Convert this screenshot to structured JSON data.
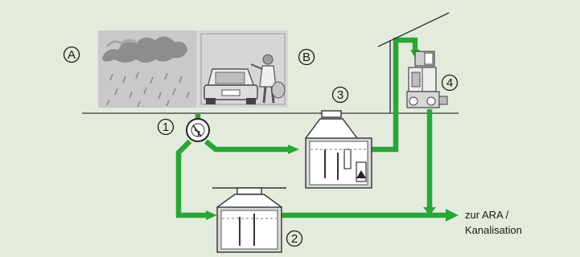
{
  "labels": {
    "a": "A",
    "b": "B",
    "n1": "1",
    "n2": "2",
    "n3": "3",
    "n4": "4"
  },
  "destination": {
    "line1": "zur ARA /",
    "line2": "Kanalisation"
  },
  "panels": {
    "a_icon": "rain-scene",
    "b_icon": "car-wash-scene"
  },
  "colors": {
    "background": "#e3ecdc",
    "flow": "#2aa637",
    "tank_fill": "#ffffff",
    "tank_shade": "#d9d9d9",
    "line": "#2b2b2b"
  }
}
